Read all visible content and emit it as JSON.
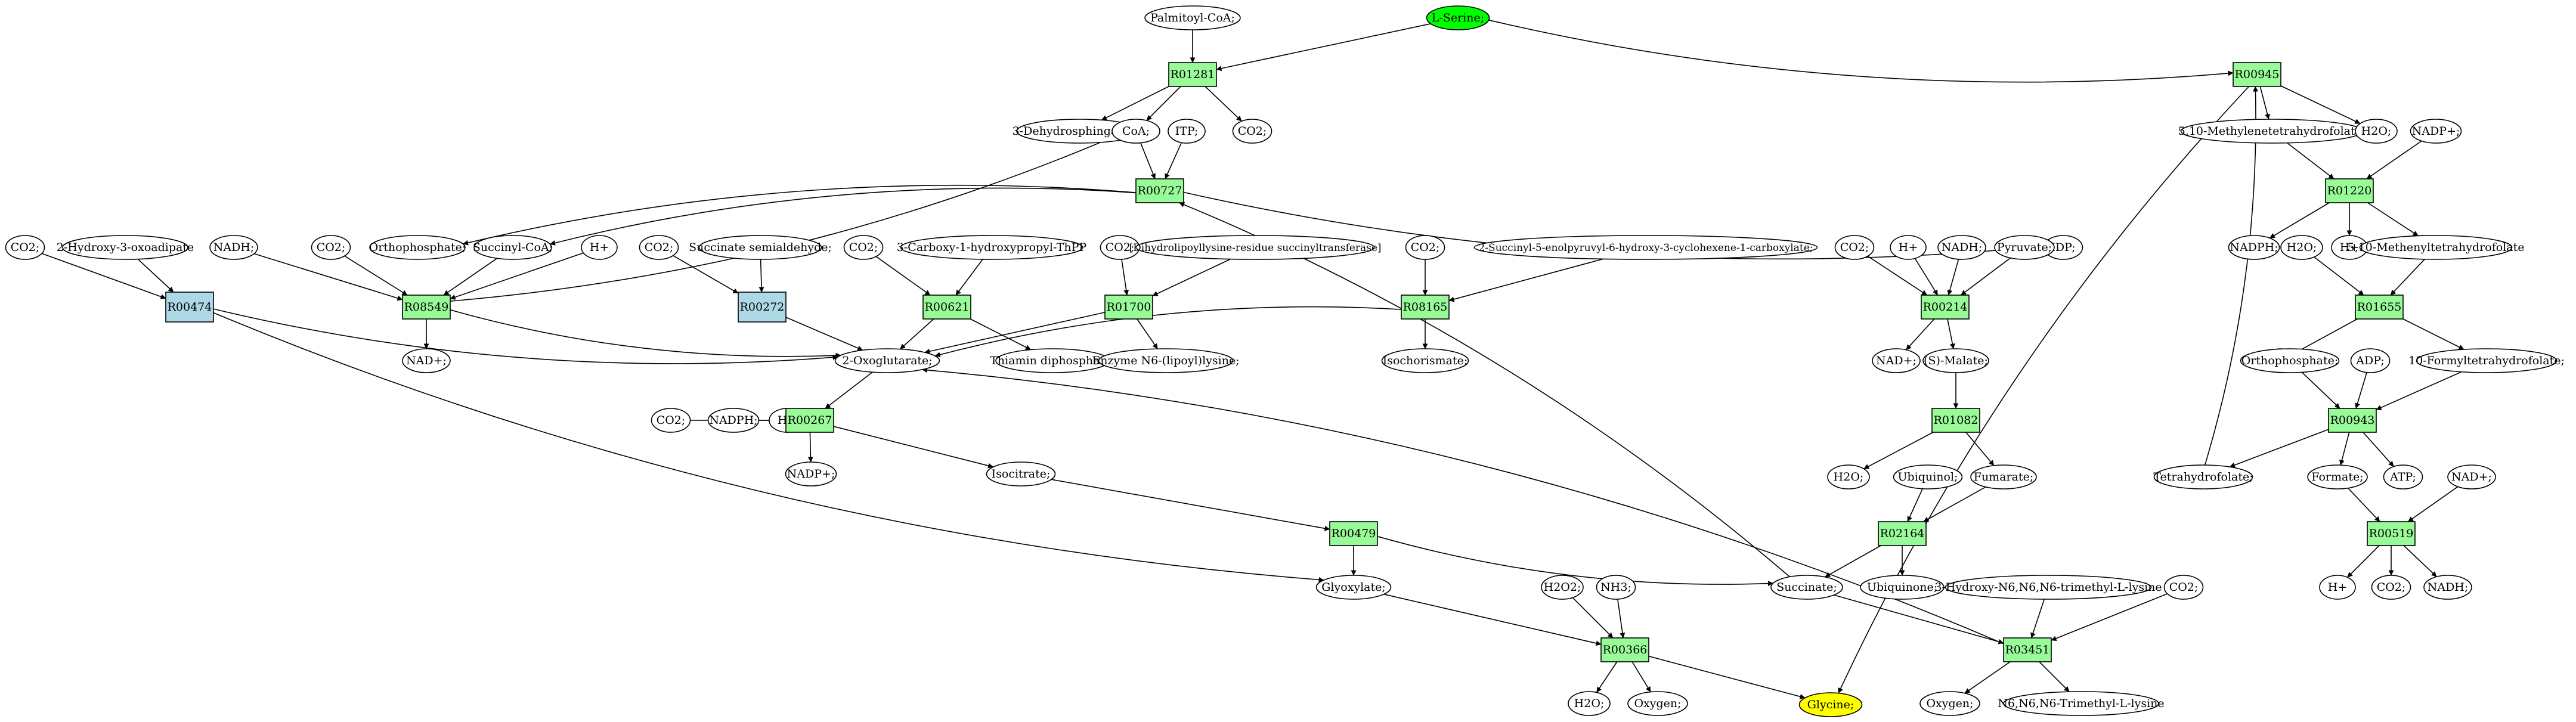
{
  "colors": {
    "reaction": "#98fb98",
    "reaction_alt": "#add8e6",
    "source": "#00ff00",
    "target": "#ffff00",
    "metabolite": "#ffffff"
  },
  "nodes": [
    {
      "id": "n_palmitoyl",
      "label": "Palmitoyl-CoA;",
      "kind": "metabolite"
    },
    {
      "id": "n_serine",
      "label": "L-Serine;",
      "kind": "source"
    },
    {
      "id": "n_r01281",
      "label": "R01281",
      "kind": "reaction"
    },
    {
      "id": "n_r00945",
      "label": "R00945",
      "kind": "reaction"
    },
    {
      "id": "n_dehydrosph",
      "label": "3-Dehydrosphinganine;",
      "kind": "metabolite"
    },
    {
      "id": "n_coa",
      "label": "CoA;",
      "kind": "metabolite"
    },
    {
      "id": "n_itp",
      "label": "ITP;",
      "kind": "metabolite"
    },
    {
      "id": "n_co2_a",
      "label": "CO2;",
      "kind": "metabolite"
    },
    {
      "id": "n_methylenethf",
      "label": "5,10-Methylenetetrahydrofolate;",
      "kind": "metabolite"
    },
    {
      "id": "n_h2o_a",
      "label": "H2O;",
      "kind": "metabolite"
    },
    {
      "id": "n_nadp_a",
      "label": "NADP+;",
      "kind": "metabolite"
    },
    {
      "id": "n_r00727",
      "label": "R00727",
      "kind": "reaction"
    },
    {
      "id": "n_r01220",
      "label": "R01220",
      "kind": "reaction"
    },
    {
      "id": "n_co2_b",
      "label": "CO2;",
      "kind": "metabolite"
    },
    {
      "id": "n_hydroxyoxo",
      "label": "2-Hydroxy-3-oxoadipate",
      "kind": "metabolite"
    },
    {
      "id": "n_nadh_a",
      "label": "NADH;",
      "kind": "metabolite"
    },
    {
      "id": "n_co2_c",
      "label": "CO2;",
      "kind": "metabolite"
    },
    {
      "id": "n_orthophos_a",
      "label": "Orthophosphate;",
      "kind": "metabolite"
    },
    {
      "id": "n_succcoa",
      "label": "Succinyl-CoA;",
      "kind": "metabolite"
    },
    {
      "id": "n_hplus_a",
      "label": "H+",
      "kind": "metabolite"
    },
    {
      "id": "n_co2_d",
      "label": "CO2;",
      "kind": "metabolite"
    },
    {
      "id": "n_succsemi",
      "label": "Succinate semialdehyde;",
      "kind": "metabolite"
    },
    {
      "id": "n_co2_e",
      "label": "CO2;",
      "kind": "metabolite"
    },
    {
      "id": "n_carboxythpp",
      "label": "3-Carboxy-1-hydroxypropyl-ThPP",
      "kind": "metabolite"
    },
    {
      "id": "n_co2_f",
      "label": "CO2;",
      "kind": "metabolite"
    },
    {
      "id": "n_dihydrolipo",
      "label": "[Dihydrolipoyllysine-residue succinyltransferase]",
      "kind": "metabolite"
    },
    {
      "id": "n_co2_g",
      "label": "CO2;",
      "kind": "metabolite"
    },
    {
      "id": "n_succinylenol",
      "label": "2-Succinyl-5-enolpyruvyl-6-hydroxy-3-cyclohexene-1-carboxylate;",
      "kind": "metabolite"
    },
    {
      "id": "n_idp",
      "label": "IDP;",
      "kind": "metabolite"
    },
    {
      "id": "n_co2_h",
      "label": "CO2;",
      "kind": "metabolite"
    },
    {
      "id": "n_hplus_b",
      "label": "H+",
      "kind": "metabolite"
    },
    {
      "id": "n_nadh_b",
      "label": "NADH;",
      "kind": "metabolite"
    },
    {
      "id": "n_pyruvate",
      "label": "Pyruvate;",
      "kind": "metabolite"
    },
    {
      "id": "n_nadph_a",
      "label": "NADPH;",
      "kind": "metabolite"
    },
    {
      "id": "n_h2o_b",
      "label": "H2O;",
      "kind": "metabolite"
    },
    {
      "id": "n_hplus_c",
      "label": "H+",
      "kind": "metabolite"
    },
    {
      "id": "n_methenylthf",
      "label": "5,10-Methenyltetrahydrofolate",
      "kind": "metabolite"
    },
    {
      "id": "n_r00474",
      "label": "R00474",
      "kind": "reaction_alt"
    },
    {
      "id": "n_r08549",
      "label": "R08549",
      "kind": "reaction"
    },
    {
      "id": "n_r00272",
      "label": "R00272",
      "kind": "reaction_alt"
    },
    {
      "id": "n_r00621",
      "label": "R00621",
      "kind": "reaction"
    },
    {
      "id": "n_r01700",
      "label": "R01700",
      "kind": "reaction"
    },
    {
      "id": "n_r08165",
      "label": "R08165",
      "kind": "reaction"
    },
    {
      "id": "n_r00214",
      "label": "R00214",
      "kind": "reaction"
    },
    {
      "id": "n_r01655",
      "label": "R01655",
      "kind": "reaction"
    },
    {
      "id": "n_nadplus_a",
      "label": "NAD+;",
      "kind": "metabolite"
    },
    {
      "id": "n_oxoglutarate",
      "label": "2-Oxoglutarate;",
      "kind": "metabolite"
    },
    {
      "id": "n_thiamin",
      "label": "Thiamin diphosphate;",
      "kind": "metabolite"
    },
    {
      "id": "n_enzymen6",
      "label": "Enzyme N6-(lipoyl)lysine;",
      "kind": "metabolite"
    },
    {
      "id": "n_isochorismate",
      "label": "Isochorismate;",
      "kind": "metabolite"
    },
    {
      "id": "n_nadplus_b",
      "label": "NAD+;",
      "kind": "metabolite"
    },
    {
      "id": "n_smalate",
      "label": "(S)-Malate;",
      "kind": "metabolite"
    },
    {
      "id": "n_hplus_d",
      "label": "H+",
      "kind": "metabolite"
    },
    {
      "id": "n_orthophos_b",
      "label": "Orthophosphate;",
      "kind": "metabolite"
    },
    {
      "id": "n_adp",
      "label": "ADP;",
      "kind": "metabolite"
    },
    {
      "id": "n_formylthf",
      "label": "10-Formyltetrahydrofolate;",
      "kind": "metabolite"
    },
    {
      "id": "n_co2_i",
      "label": "CO2;",
      "kind": "metabolite"
    },
    {
      "id": "n_nadph_b",
      "label": "NADPH;",
      "kind": "metabolite"
    },
    {
      "id": "n_hplus_e",
      "label": "H+",
      "kind": "metabolite"
    },
    {
      "id": "n_r00267",
      "label": "R00267",
      "kind": "reaction"
    },
    {
      "id": "n_r01082",
      "label": "R01082",
      "kind": "reaction"
    },
    {
      "id": "n_r00943",
      "label": "R00943",
      "kind": "reaction"
    },
    {
      "id": "n_nadpplus",
      "label": "NADP+;",
      "kind": "metabolite"
    },
    {
      "id": "n_isocitrate",
      "label": "Isocitrate;",
      "kind": "metabolite"
    },
    {
      "id": "n_h2o_c",
      "label": "H2O;",
      "kind": "metabolite"
    },
    {
      "id": "n_ubiquinol",
      "label": "Ubiquinol;",
      "kind": "metabolite"
    },
    {
      "id": "n_fumarate",
      "label": "Fumarate;",
      "kind": "metabolite"
    },
    {
      "id": "n_thf",
      "label": "Tetrahydrofolate;",
      "kind": "metabolite"
    },
    {
      "id": "n_formate",
      "label": "Formate;",
      "kind": "metabolite"
    },
    {
      "id": "n_atp",
      "label": "ATP;",
      "kind": "metabolite"
    },
    {
      "id": "n_nadplus_c",
      "label": "NAD+;",
      "kind": "metabolite"
    },
    {
      "id": "n_r00479",
      "label": "R00479",
      "kind": "reaction"
    },
    {
      "id": "n_r02164",
      "label": "R02164",
      "kind": "reaction"
    },
    {
      "id": "n_r00519",
      "label": "R00519",
      "kind": "reaction"
    },
    {
      "id": "n_glyoxylate",
      "label": "Glyoxylate;",
      "kind": "metabolite"
    },
    {
      "id": "n_succinate",
      "label": "Succinate;",
      "kind": "metabolite"
    },
    {
      "id": "n_ubiquinone",
      "label": "Ubiquinone;",
      "kind": "metabolite"
    },
    {
      "id": "n_h2o2",
      "label": "H2O2;",
      "kind": "metabolite"
    },
    {
      "id": "n_nh3",
      "label": "NH3;",
      "kind": "metabolite"
    },
    {
      "id": "n_hydroxytml",
      "label": "3-Hydroxy-N6,N6,N6-trimethyl-L-lysine",
      "kind": "metabolite"
    },
    {
      "id": "n_co2_j",
      "label": "CO2;",
      "kind": "metabolite"
    },
    {
      "id": "n_hplus_f",
      "label": "H+",
      "kind": "metabolite"
    },
    {
      "id": "n_co2_k",
      "label": "CO2;",
      "kind": "metabolite"
    },
    {
      "id": "n_nadh_c",
      "label": "NADH;",
      "kind": "metabolite"
    },
    {
      "id": "n_r00366",
      "label": "R00366",
      "kind": "reaction"
    },
    {
      "id": "n_r03451",
      "label": "R03451",
      "kind": "reaction"
    },
    {
      "id": "n_h2o_d",
      "label": "H2O;",
      "kind": "metabolite"
    },
    {
      "id": "n_oxygen_a",
      "label": "Oxygen;",
      "kind": "metabolite"
    },
    {
      "id": "n_glycine",
      "label": "Glycine;",
      "kind": "target"
    },
    {
      "id": "n_oxygen_b",
      "label": "Oxygen;",
      "kind": "metabolite"
    },
    {
      "id": "n_tml",
      "label": "N6,N6,N6-Trimethyl-L-lysine",
      "kind": "metabolite"
    }
  ],
  "edges": [
    [
      "n_serine",
      "n_r01281"
    ],
    [
      "n_palmitoyl",
      "n_r01281"
    ],
    [
      "n_r01281",
      "n_dehydrosph"
    ],
    [
      "n_r01281",
      "n_coa"
    ],
    [
      "n_r01281",
      "n_co2_a"
    ],
    [
      "n_serine",
      "n_r00945"
    ],
    [
      "n_r00945",
      "n_methylenethf"
    ],
    [
      "n_r00945",
      "n_h2o_a"
    ],
    [
      "n_r00945",
      "n_glycine"
    ],
    [
      "n_coa",
      "n_r00727"
    ],
    [
      "n_itp",
      "n_r00727"
    ],
    [
      "n_succinate",
      "n_r00727"
    ],
    [
      "n_r00727",
      "n_orthophos_a"
    ],
    [
      "n_r00727",
      "n_succcoa"
    ],
    [
      "n_r00727",
      "n_idp"
    ],
    [
      "n_r08549",
      "n_coa"
    ],
    [
      "n_methylenethf",
      "n_r01220"
    ],
    [
      "n_nadp_a",
      "n_r01220"
    ],
    [
      "n_r01220",
      "n_nadph_a"
    ],
    [
      "n_r01220",
      "n_hplus_c"
    ],
    [
      "n_r01220",
      "n_methenylthf"
    ],
    [
      "n_co2_b",
      "n_r00474"
    ],
    [
      "n_hydroxyoxo",
      "n_r00474"
    ],
    [
      "n_r00474",
      "n_oxoglutarate"
    ],
    [
      "n_r00474",
      "n_glyoxylate"
    ],
    [
      "n_nadh_a",
      "n_r08549"
    ],
    [
      "n_co2_c",
      "n_r08549"
    ],
    [
      "n_succcoa",
      "n_r08549"
    ],
    [
      "n_hplus_a",
      "n_r08549"
    ],
    [
      "n_r08549",
      "n_nadplus_a"
    ],
    [
      "n_r08549",
      "n_oxoglutarate"
    ],
    [
      "n_co2_d",
      "n_r00272"
    ],
    [
      "n_succsemi",
      "n_r00272"
    ],
    [
      "n_r00272",
      "n_oxoglutarate"
    ],
    [
      "n_co2_e",
      "n_r00621"
    ],
    [
      "n_carboxythpp",
      "n_r00621"
    ],
    [
      "n_r00621",
      "n_oxoglutarate"
    ],
    [
      "n_r00621",
      "n_thiamin"
    ],
    [
      "n_co2_f",
      "n_r01700"
    ],
    [
      "n_dihydrolipo",
      "n_r01700"
    ],
    [
      "n_r01700",
      "n_oxoglutarate"
    ],
    [
      "n_r01700",
      "n_enzymen6"
    ],
    [
      "n_co2_g",
      "n_r08165"
    ],
    [
      "n_succinylenol",
      "n_r08165"
    ],
    [
      "n_r08165",
      "n_oxoglutarate"
    ],
    [
      "n_r08165",
      "n_isochorismate"
    ],
    [
      "n_co2_h",
      "n_r00214"
    ],
    [
      "n_hplus_b",
      "n_r00214"
    ],
    [
      "n_nadh_b",
      "n_r00214"
    ],
    [
      "n_pyruvate",
      "n_r00214"
    ],
    [
      "n_r00214",
      "n_nadplus_b"
    ],
    [
      "n_r00214",
      "n_smalate"
    ],
    [
      "n_h2o_b",
      "n_r01655"
    ],
    [
      "n_methenylthf",
      "n_r01655"
    ],
    [
      "n_r01655",
      "n_hplus_d"
    ],
    [
      "n_r01655",
      "n_formylthf"
    ],
    [
      "n_co2_i",
      "n_r00267"
    ],
    [
      "n_nadph_b",
      "n_r00267"
    ],
    [
      "n_hplus_e",
      "n_r00267"
    ],
    [
      "n_oxoglutarate",
      "n_r00267"
    ],
    [
      "n_r00267",
      "n_nadpplus"
    ],
    [
      "n_r00267",
      "n_isocitrate"
    ],
    [
      "n_smalate",
      "n_r01082"
    ],
    [
      "n_r01082",
      "n_h2o_c"
    ],
    [
      "n_r01082",
      "n_fumarate"
    ],
    [
      "n_orthophos_b",
      "n_r00943"
    ],
    [
      "n_adp",
      "n_r00943"
    ],
    [
      "n_formylthf",
      "n_r00943"
    ],
    [
      "n_r00943",
      "n_thf"
    ],
    [
      "n_r00943",
      "n_formate"
    ],
    [
      "n_r00943",
      "n_atp"
    ],
    [
      "n_thf",
      "n_r00945"
    ],
    [
      "n_isocitrate",
      "n_r00479"
    ],
    [
      "n_r00479",
      "n_glyoxylate"
    ],
    [
      "n_r00479",
      "n_succinate"
    ],
    [
      "n_ubiquinol",
      "n_r02164"
    ],
    [
      "n_fumarate",
      "n_r02164"
    ],
    [
      "n_r02164",
      "n_succinate"
    ],
    [
      "n_r02164",
      "n_ubiquinone"
    ],
    [
      "n_formate",
      "n_r00519"
    ],
    [
      "n_nadplus_c",
      "n_r00519"
    ],
    [
      "n_r00519",
      "n_hplus_f"
    ],
    [
      "n_r00519",
      "n_co2_k"
    ],
    [
      "n_r00519",
      "n_nadh_c"
    ],
    [
      "n_glyoxylate",
      "n_r00366"
    ],
    [
      "n_h2o2",
      "n_r00366"
    ],
    [
      "n_nh3",
      "n_r00366"
    ],
    [
      "n_r00366",
      "n_h2o_d"
    ],
    [
      "n_r00366",
      "n_oxygen_a"
    ],
    [
      "n_r00366",
      "n_glycine"
    ],
    [
      "n_succinate",
      "n_r03451"
    ],
    [
      "n_hydroxytml",
      "n_r03451"
    ],
    [
      "n_co2_j",
      "n_r03451"
    ],
    [
      "n_r03451",
      "n_oxygen_b"
    ],
    [
      "n_r03451",
      "n_tml"
    ],
    [
      "n_r03451",
      "n_oxoglutarate"
    ]
  ]
}
